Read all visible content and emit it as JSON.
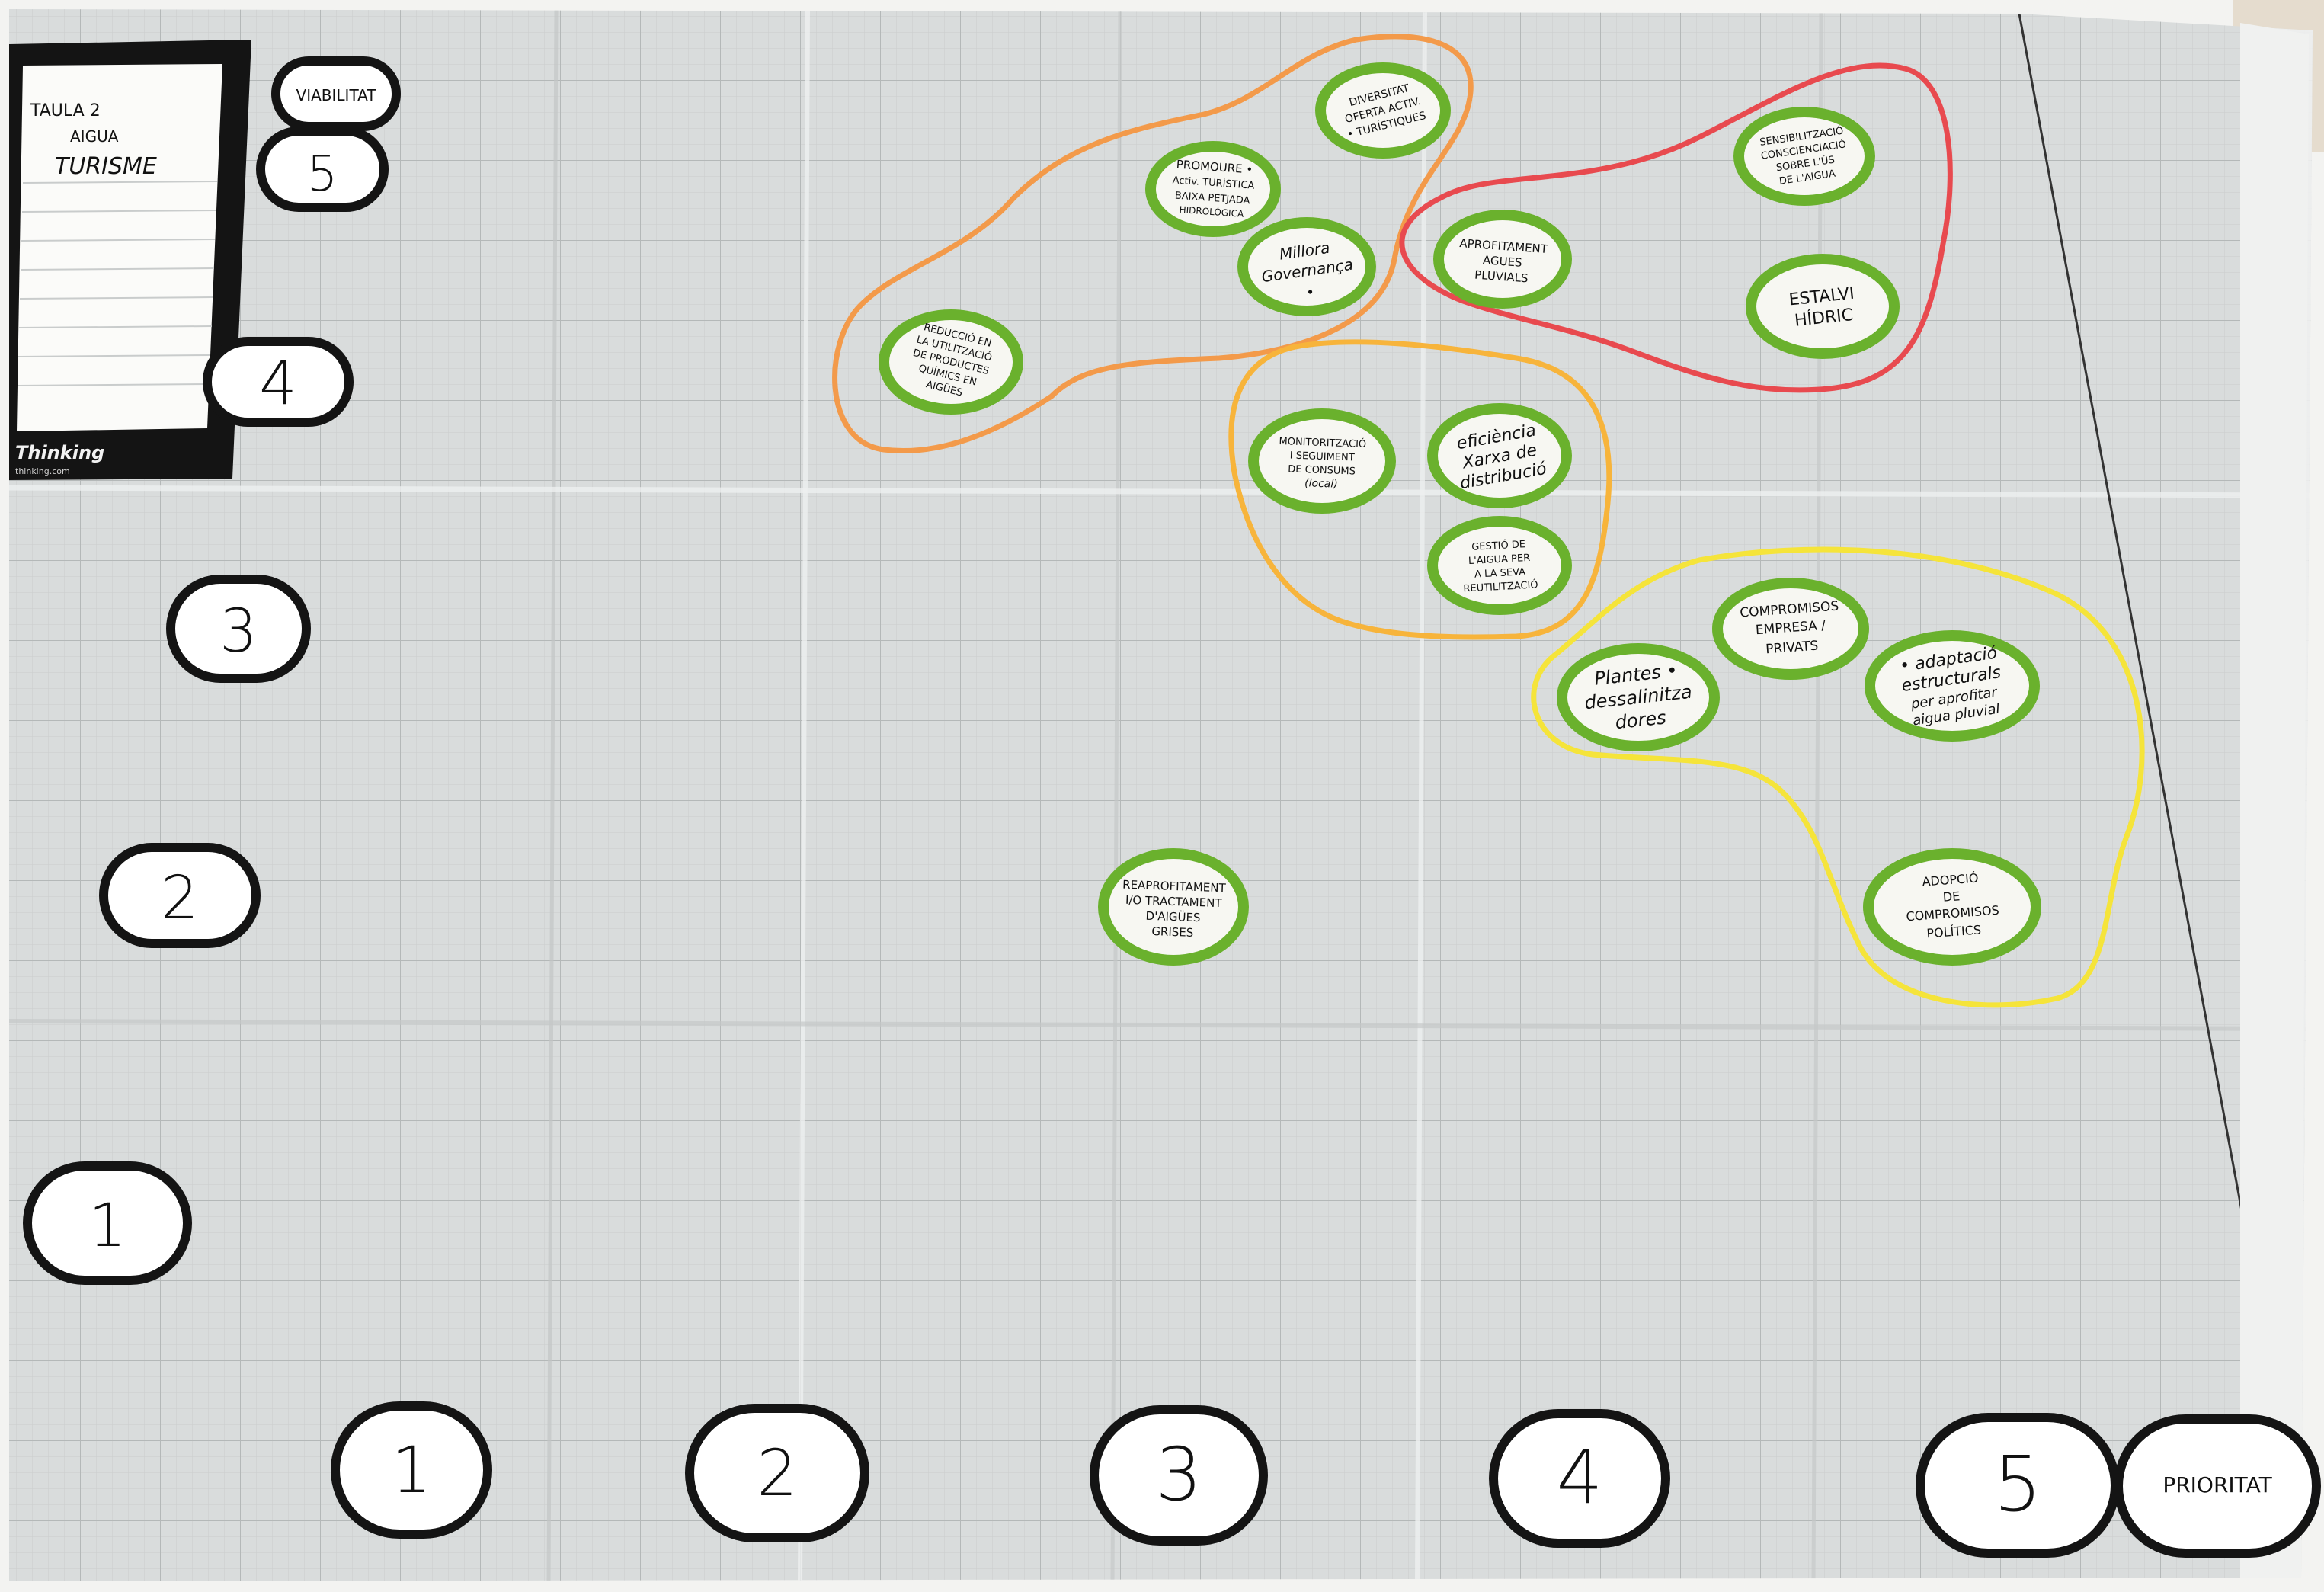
{
  "colors": {
    "paper": "#d9dcdc",
    "grid": "#b9bcbc",
    "black": "#141414",
    "sticker_green": "#6ab12d",
    "sticker_face": "#f7f7f2",
    "orange": "#f39a4a",
    "red": "#e84a4f",
    "amber": "#f7b43b",
    "yellow": "#f5e43a"
  },
  "header_card": {
    "line1": "TAULA 2",
    "line2": "AIGUA",
    "line3": "TURISME",
    "brand": "Thinking",
    "brand_url": "thinking.com"
  },
  "axis": {
    "y_title": "VIABILITAT",
    "x_title": "PRIORITAT",
    "y_labels": [
      "5",
      "4",
      "3",
      "2",
      "1"
    ],
    "x_labels": [
      "1",
      "2",
      "3",
      "4",
      "5"
    ]
  },
  "stickers": [
    {
      "id": "diversitat",
      "lines": [
        "DIVERSITAT",
        "OFERTA ACTIV.",
        "• TURÍSTIQUES"
      ]
    },
    {
      "id": "promoure",
      "lines": [
        "PROMOURE •",
        "Activ. TURÍSTICA",
        "BAIXA PETJADA",
        "HIDROLÒGICA"
      ]
    },
    {
      "id": "millora",
      "lines": [
        "Millora",
        "Governança",
        "•"
      ]
    },
    {
      "id": "reduccio",
      "lines": [
        "REDUCCIÓ EN",
        "LA UTILITZACIÓ",
        "DE PRODUCTES",
        "QUÍMICS EN",
        "AIGÜES"
      ]
    },
    {
      "id": "aprofitament",
      "lines": [
        "APROFITAMENT",
        "AGUES",
        "PLUVIALS"
      ]
    },
    {
      "id": "sensibilitzacio",
      "lines": [
        "SENSIBILITZACIÓ",
        "CONSCIENCIACIÓ",
        "SOBRE L'ÚS",
        "DE L'AIGUA"
      ]
    },
    {
      "id": "estalvi",
      "lines": [
        "ESTALVI",
        "HÍDRIC"
      ]
    },
    {
      "id": "monitoritzacio",
      "lines": [
        "MONITORITZACIÓ",
        "I SEGUIMENT",
        "DE CONSUMS",
        "(local)"
      ]
    },
    {
      "id": "eficiencia",
      "lines": [
        "eficiència",
        "Xarxa de",
        "distribució"
      ]
    },
    {
      "id": "gestio",
      "lines": [
        "GESTIÓ DE",
        "L'AIGUA PER",
        "A LA SEVA",
        "REUTILITZACIÓ"
      ]
    },
    {
      "id": "compromisos-empresa",
      "lines": [
        "COMPROMISOS",
        "EMPRESA /",
        "PRIVATS"
      ]
    },
    {
      "id": "plantes",
      "lines": [
        "Plantes •",
        "dessalinitza",
        "dores"
      ]
    },
    {
      "id": "adaptacio",
      "lines": [
        "• adaptació",
        "estructurals",
        "per aprofitar",
        "aigua pluvial"
      ]
    },
    {
      "id": "adopcio",
      "lines": [
        "ADOPCIÓ",
        "DE",
        "COMPROMISOS",
        "POLÍTICS"
      ]
    },
    {
      "id": "reaprofitament",
      "lines": [
        "REAPROFITAMENT",
        "I/O TRACTAMENT",
        "D'AIGÜES",
        "GRISES"
      ]
    }
  ]
}
